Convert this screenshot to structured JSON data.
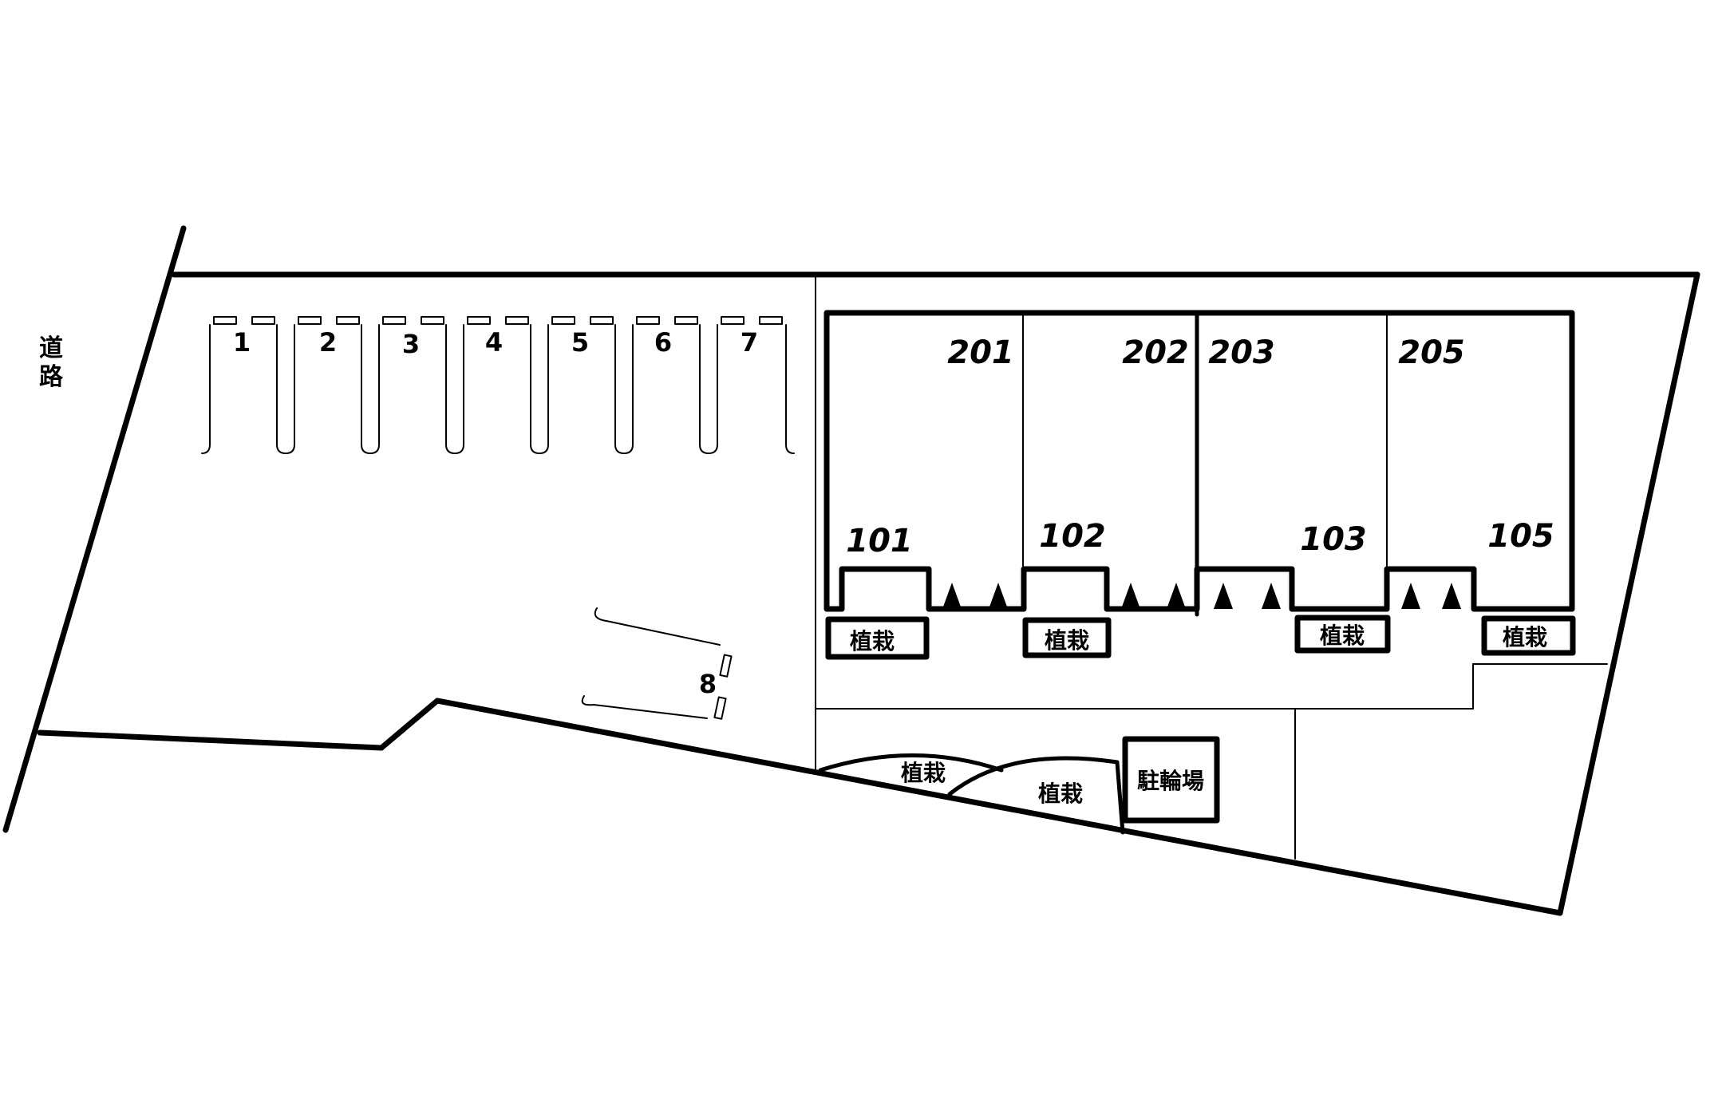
{
  "road_label": "道路",
  "parking_spots": [
    "1",
    "2",
    "3",
    "4",
    "5",
    "6",
    "7",
    "8"
  ],
  "upper_units": [
    "201",
    "202",
    "203",
    "205"
  ],
  "lower_units": [
    "101",
    "102",
    "103",
    "105"
  ],
  "planting_label": "植栽",
  "bicycle_parking_label": "駐輪場"
}
